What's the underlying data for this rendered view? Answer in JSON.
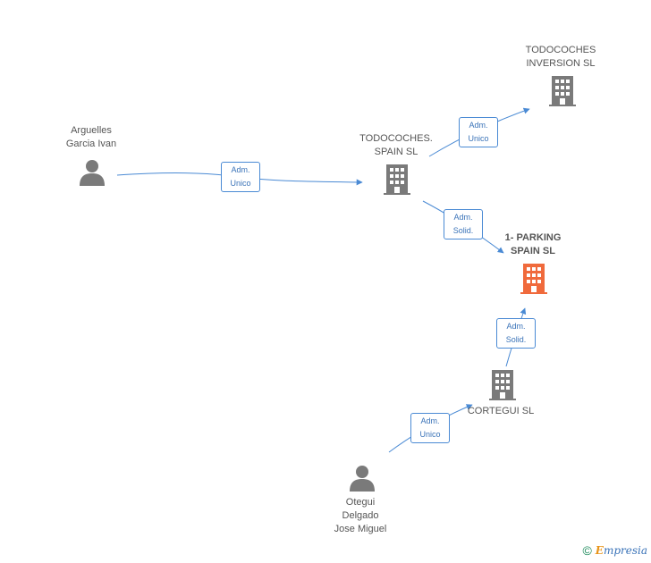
{
  "colors": {
    "edge": "#4a8ad4",
    "building": "#7a7a7a",
    "building_focus": "#f06a3c",
    "person": "#7a7a7a"
  },
  "nodes": {
    "arguelles": {
      "line1": "Arguelles",
      "line2": "Garcia Ivan",
      "icon": "person-icon"
    },
    "todocoches_spain": {
      "line1": "TODOCOCHES.",
      "line2": "SPAIN SL",
      "icon": "building-icon"
    },
    "todocoches_inversion": {
      "line1": "TODOCOCHES",
      "line2": "INVERSION SL",
      "icon": "building-icon"
    },
    "parking": {
      "line1": "1- PARKING",
      "line2": "SPAIN SL",
      "icon": "building-icon"
    },
    "cortegui": {
      "line1": "CORTEGUI SL",
      "icon": "building-icon"
    },
    "otegui": {
      "line1": "Otegui",
      "line2": "Delgado",
      "line3": "Jose Miguel",
      "icon": "person-icon"
    }
  },
  "edges": {
    "e1": {
      "line1": "Adm.",
      "line2": "Unico"
    },
    "e2": {
      "line1": "Adm.",
      "line2": "Unico"
    },
    "e3": {
      "line1": "Adm.",
      "line2": "Solid."
    },
    "e4": {
      "line1": "Adm.",
      "line2": "Solid."
    },
    "e5": {
      "line1": "Adm.",
      "line2": "Unico"
    }
  },
  "footer": {
    "copyright": "©",
    "brand_initial": "E",
    "brand_rest": "mpresia"
  }
}
